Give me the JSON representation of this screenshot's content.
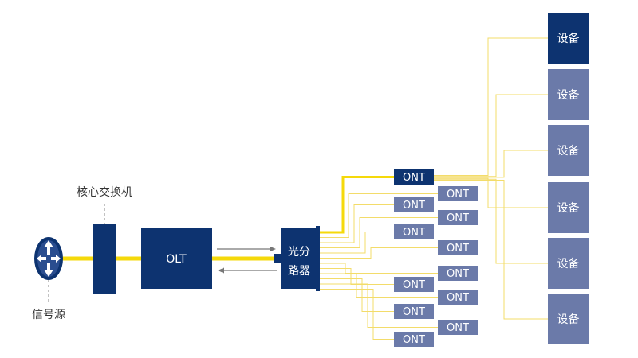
{
  "labels": {
    "signal_source": "信号源",
    "core_switch": "核心交换机",
    "olt": "OLT",
    "splitter_line1": "光分",
    "splitter_line2": "路器"
  },
  "onts": [
    "ONT",
    "ONT",
    "ONT",
    "ONT",
    "ONT",
    "ONT",
    "ONT",
    "ONT",
    "ONT",
    "ONT",
    "ONT",
    "ONT"
  ],
  "devices": [
    "设备",
    "设备",
    "设备",
    "设备",
    "设备",
    "设备"
  ],
  "colors": {
    "dark_blue": "#0d3370",
    "muted_blue": "#6b7aa9",
    "fiber_yellow": "#f5d90a",
    "thin_yellow": "#f3dc6a",
    "gray": "#888888"
  },
  "icons": {
    "router": "router-icon"
  }
}
